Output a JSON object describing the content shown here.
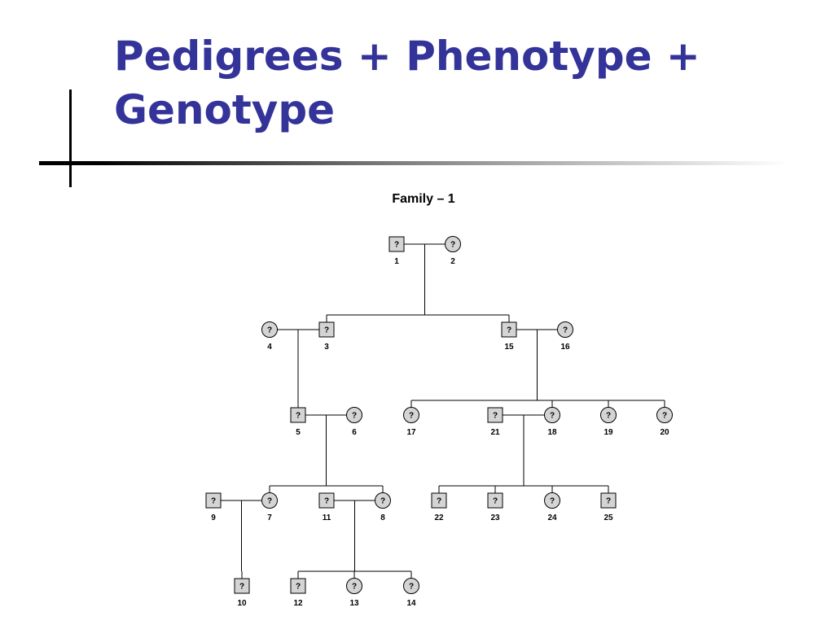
{
  "slide": {
    "title_line1": "Pedigrees + Phenotype +",
    "title_line2": "Genotype"
  },
  "diagram": {
    "title": "Family – 1",
    "unknown_mark": "?",
    "symbol_fill": "#d4d4d4",
    "line_color": "#000000",
    "individuals": [
      {
        "id": "1",
        "sex": "male"
      },
      {
        "id": "2",
        "sex": "female"
      },
      {
        "id": "3",
        "sex": "male"
      },
      {
        "id": "4",
        "sex": "female"
      },
      {
        "id": "15",
        "sex": "male"
      },
      {
        "id": "16",
        "sex": "female"
      },
      {
        "id": "5",
        "sex": "male"
      },
      {
        "id": "6",
        "sex": "female"
      },
      {
        "id": "17",
        "sex": "female"
      },
      {
        "id": "21",
        "sex": "male"
      },
      {
        "id": "18",
        "sex": "female"
      },
      {
        "id": "19",
        "sex": "female"
      },
      {
        "id": "20",
        "sex": "female"
      },
      {
        "id": "9",
        "sex": "male"
      },
      {
        "id": "7",
        "sex": "female"
      },
      {
        "id": "11",
        "sex": "male"
      },
      {
        "id": "8",
        "sex": "female"
      },
      {
        "id": "22",
        "sex": "male"
      },
      {
        "id": "23",
        "sex": "male"
      },
      {
        "id": "24",
        "sex": "female"
      },
      {
        "id": "25",
        "sex": "male"
      },
      {
        "id": "10",
        "sex": "male"
      },
      {
        "id": "12",
        "sex": "male"
      },
      {
        "id": "13",
        "sex": "female"
      },
      {
        "id": "14",
        "sex": "female"
      }
    ],
    "matings": [
      {
        "partners": [
          "1",
          "2"
        ],
        "children": [
          "3",
          "15"
        ]
      },
      {
        "partners": [
          "4",
          "3"
        ],
        "children": [
          "5"
        ]
      },
      {
        "partners": [
          "15",
          "16"
        ],
        "children": [
          "17",
          "18",
          "19",
          "20"
        ]
      },
      {
        "partners": [
          "5",
          "6"
        ],
        "children": [
          "7",
          "8"
        ]
      },
      {
        "partners": [
          "21",
          "18"
        ],
        "children": [
          "22",
          "23",
          "24",
          "25"
        ]
      },
      {
        "partners": [
          "9",
          "7"
        ],
        "children": [
          "10"
        ]
      },
      {
        "partners": [
          "11",
          "8"
        ],
        "children": [
          "12",
          "13",
          "14"
        ]
      }
    ]
  }
}
